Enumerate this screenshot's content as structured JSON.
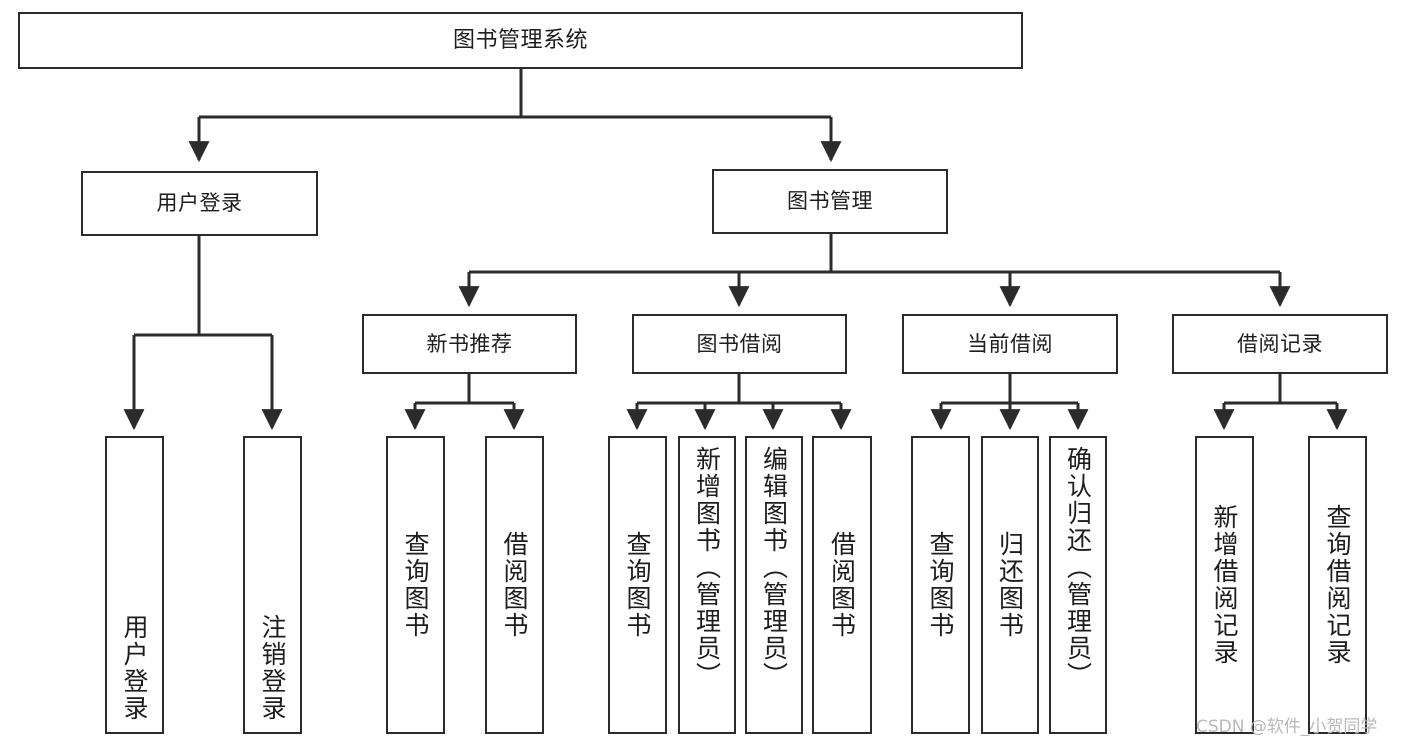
{
  "diagram": {
    "title": "图书管理系统",
    "type": "tree-hierarchy-chart",
    "orientation": "top-down",
    "colors": {
      "node_border": "#2b2b2b",
      "node_fill": "#ffffff",
      "edge": "#2b2b2b",
      "text": "#1d1d1d",
      "background": "#ffffff",
      "watermark": "#b9b9b9"
    }
  },
  "nodes": {
    "root": {
      "label": "图书管理系统"
    },
    "level2": [
      {
        "label": "用户登录"
      },
      {
        "label": "图书管理"
      }
    ],
    "level3": [
      {
        "label": "新书推荐"
      },
      {
        "label": "图书借阅"
      },
      {
        "label": "当前借阅"
      },
      {
        "label": "借阅记录"
      }
    ],
    "leaves": {
      "user_login": [
        {
          "label": "用户登录"
        },
        {
          "label": "注销登录"
        }
      ],
      "new_book_recommend": [
        {
          "label": "查询图书"
        },
        {
          "label": "借阅图书"
        }
      ],
      "book_borrow": [
        {
          "label": "查询图书"
        },
        {
          "label": "新增图书（管理员）"
        },
        {
          "label": "编辑图书（管理员）"
        },
        {
          "label": "借阅图书"
        }
      ],
      "current_borrow": [
        {
          "label": "查询图书"
        },
        {
          "label": "归还图书"
        },
        {
          "label": "确认归还（管理员）"
        }
      ],
      "borrow_record": [
        {
          "label": "新增借阅记录"
        },
        {
          "label": "查询借阅记录"
        }
      ]
    }
  },
  "watermark": {
    "text": "CSDN @软件_小贺同学"
  }
}
